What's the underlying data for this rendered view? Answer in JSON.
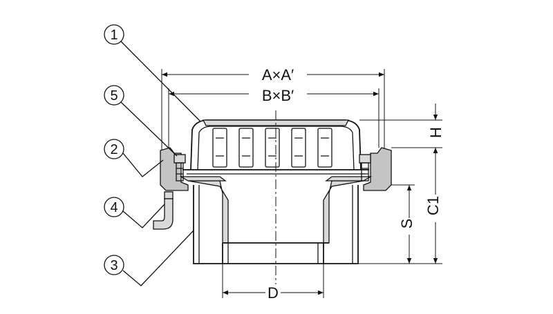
{
  "callouts": [
    {
      "id": "1",
      "label": "1"
    },
    {
      "id": "5",
      "label": "5"
    },
    {
      "id": "2",
      "label": "2"
    },
    {
      "id": "4",
      "label": "4"
    },
    {
      "id": "3",
      "label": "3"
    }
  ],
  "dimensions": {
    "a": "A×A′",
    "b": "B×B′",
    "h": "H",
    "c1": "C1",
    "s": "S",
    "d": "D"
  }
}
